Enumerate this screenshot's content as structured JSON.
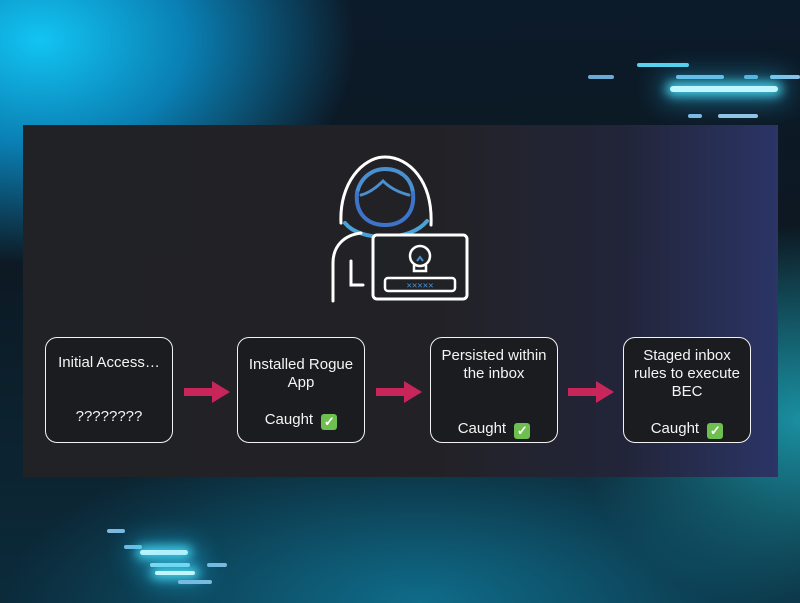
{
  "diagram": {
    "steps": [
      {
        "title": "Initial Access…",
        "status": "????????",
        "caught": false
      },
      {
        "title": "Installed Rogue App",
        "status": "Caught",
        "caught": true
      },
      {
        "title": "Persisted within the inbox",
        "status": "Caught",
        "caught": true
      },
      {
        "title": "Staged inbox rules to execute BEC",
        "status": "Caught",
        "caught": true
      }
    ],
    "check_glyph": "✓",
    "arrow_color": "#c8265a",
    "check_color": "#6fbf50"
  }
}
